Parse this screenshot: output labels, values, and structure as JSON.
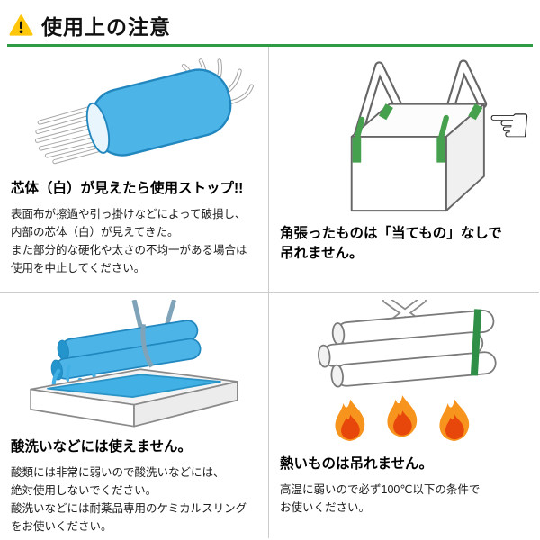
{
  "header": {
    "title": "使用上の注意",
    "icon": "warning-triangle-icon",
    "accent_color": "#2e9b45"
  },
  "sections": {
    "core_visible": {
      "heading": "芯体（白）が見えたら使用ストップ!!",
      "body": "表面布が擦過や引っ掛けなどによって破損し、\n内部の芯体（白）が見えてきた。\nまた部分的な硬化や太さの不均一がある場合は\n使用を中止してください。",
      "illustration": "damaged-sling-with-white-core"
    },
    "angular_items": {
      "heading": "角張ったものは「当てもの」なしで\n吊れません。",
      "illustration": "container-bag-with-green-straps",
      "hand_glyph": "☜"
    },
    "acid_wash": {
      "heading": "酸洗いなどには使えません。",
      "body": "酸類には非常に弱いので酸洗いなどには、\n絶対使用しないでください。\n酸洗いなどには耐薬品専用のケミカルスリング\nをお使いください。",
      "illustration": "pipes-dipped-in-acid-bath"
    },
    "hot_items": {
      "heading": "熱いものは吊れません。",
      "body": "高温に弱いので必ず100℃以下の条件で\nお使いください。",
      "illustration": "pipes-over-flames"
    }
  },
  "colors": {
    "sling_blue": "#4cb4e7",
    "sling_blue_dark": "#2187be",
    "liquid_blue": "#41b0e4",
    "strap_green": "#46a14e",
    "band_green": "#2f8f46",
    "flame_orange": "#f7941d",
    "flame_red": "#e8470b",
    "warning_yellow": "#ffc60b",
    "divider_gray": "#cccccc"
  }
}
